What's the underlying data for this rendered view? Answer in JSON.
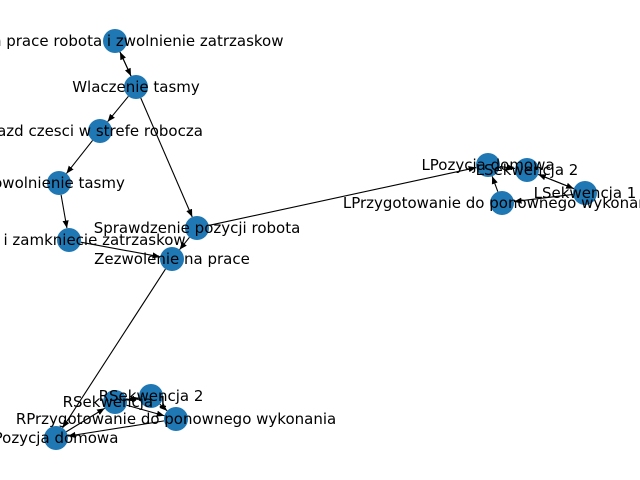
{
  "colors": {
    "node_fill": "#1f77b4",
    "edge_stroke": "#000000",
    "label_text": "#000000",
    "background": "#ffffff"
  },
  "nodes": [
    {
      "id": "polecenie",
      "label": "olenian prace robota i zwolnienie zatrzaskow"
    },
    {
      "id": "wlaczenie",
      "label": "Wlaczenie tasmy"
    },
    {
      "id": "wjazd",
      "label": "azd czesci w strefe robocza"
    },
    {
      "id": "zatrzymanie",
      "label": "owolnienie tasmy"
    },
    {
      "id": "tasmy",
      "label": "tasmy i zamkniecie zatrzaskow"
    },
    {
      "id": "sprawdzenie",
      "label": "Sprawdzenie pozycji robota"
    },
    {
      "id": "zezwolenie",
      "label": "Zezwolenie na prace"
    },
    {
      "id": "lpozycja",
      "label": "LPozycja domowa"
    },
    {
      "id": "lsek2",
      "label": "LSekwencja 2"
    },
    {
      "id": "lsek1",
      "label": "LSekwencja 1"
    },
    {
      "id": "lprzyg",
      "label": "LPrzygotowanie do ponownego wykonania"
    },
    {
      "id": "rsek2",
      "label": "RSekwencja 2"
    },
    {
      "id": "rsek1",
      "label": "RSekwencja 1"
    },
    {
      "id": "rprzyg",
      "label": "RPrzygotowanie do ponownego wykonania"
    },
    {
      "id": "rpozycja",
      "label": "Pozycja domowa"
    }
  ],
  "edges": [
    {
      "from": "polecenie",
      "to": "wlaczenie"
    },
    {
      "from": "wlaczenie",
      "to": "polecenie"
    },
    {
      "from": "wlaczenie",
      "to": "wjazd"
    },
    {
      "from": "wjazd",
      "to": "zatrzymanie"
    },
    {
      "from": "zatrzymanie",
      "to": "tasmy"
    },
    {
      "from": "tasmy",
      "to": "zezwolenie"
    },
    {
      "from": "wlaczenie",
      "to": "sprawdzenie"
    },
    {
      "from": "sprawdzenie",
      "to": "zezwolenie"
    },
    {
      "from": "sprawdzenie",
      "to": "lpozycja"
    },
    {
      "from": "zezwolenie",
      "to": "rpozycja"
    },
    {
      "from": "lpozycja",
      "to": "lsek2"
    },
    {
      "from": "lsek2",
      "to": "lsek1"
    },
    {
      "from": "lsek1",
      "to": "lsek2"
    },
    {
      "from": "lsek1",
      "to": "lprzyg"
    },
    {
      "from": "lprzyg",
      "to": "lpozycja"
    },
    {
      "from": "rpozycja",
      "to": "rsek1"
    },
    {
      "from": "rsek1",
      "to": "rsek2"
    },
    {
      "from": "rsek2",
      "to": "rsek1"
    },
    {
      "from": "rsek2",
      "to": "rprzyg"
    },
    {
      "from": "rsek1",
      "to": "rprzyg"
    },
    {
      "from": "rprzyg",
      "to": "rpozycja"
    }
  ]
}
